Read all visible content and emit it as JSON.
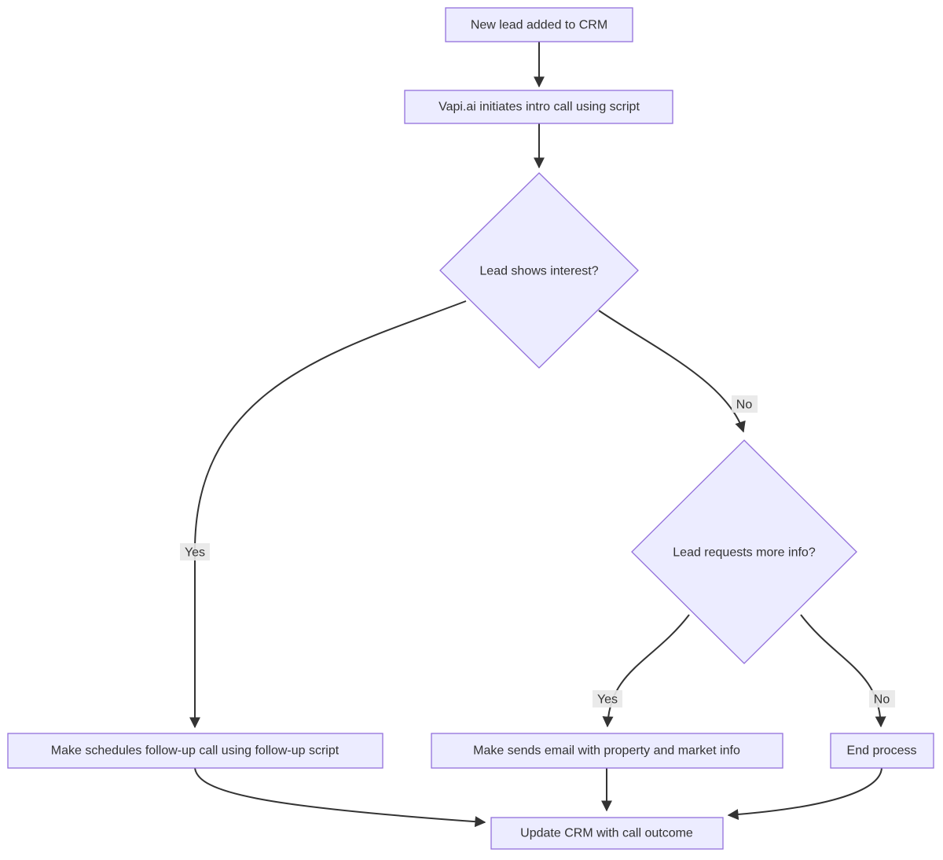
{
  "diagram": {
    "type": "flowchart",
    "direction": "top-down",
    "colors": {
      "node_fill": "#ECECFF",
      "node_border": "#9370DB",
      "edge_stroke": "#333333",
      "text": "#333333",
      "edge_label_background": "#e8e8e8",
      "page_background": "#ffffff"
    },
    "nodes": [
      {
        "id": "A",
        "shape": "rect",
        "label": "New lead added to CRM"
      },
      {
        "id": "B",
        "shape": "rect",
        "label": "Vapi.ai initiates intro call using script"
      },
      {
        "id": "C",
        "shape": "diamond",
        "label": "Lead shows interest?"
      },
      {
        "id": "D",
        "shape": "rect",
        "label": "Make schedules follow-up call using follow-up script"
      },
      {
        "id": "E",
        "shape": "diamond",
        "label": "Lead requests more info?"
      },
      {
        "id": "F",
        "shape": "rect",
        "label": "Make sends email with property and market info"
      },
      {
        "id": "G",
        "shape": "rect",
        "label": "End process"
      },
      {
        "id": "H",
        "shape": "rect",
        "label": "Update CRM with call outcome"
      }
    ],
    "edges": [
      {
        "from": "A",
        "to": "B",
        "label": ""
      },
      {
        "from": "B",
        "to": "C",
        "label": ""
      },
      {
        "from": "C",
        "to": "D",
        "label": "Yes"
      },
      {
        "from": "C",
        "to": "E",
        "label": "No"
      },
      {
        "from": "E",
        "to": "F",
        "label": "Yes"
      },
      {
        "from": "E",
        "to": "G",
        "label": "No"
      },
      {
        "from": "D",
        "to": "H",
        "label": ""
      },
      {
        "from": "F",
        "to": "H",
        "label": ""
      },
      {
        "from": "G",
        "to": "H",
        "label": ""
      }
    ]
  }
}
